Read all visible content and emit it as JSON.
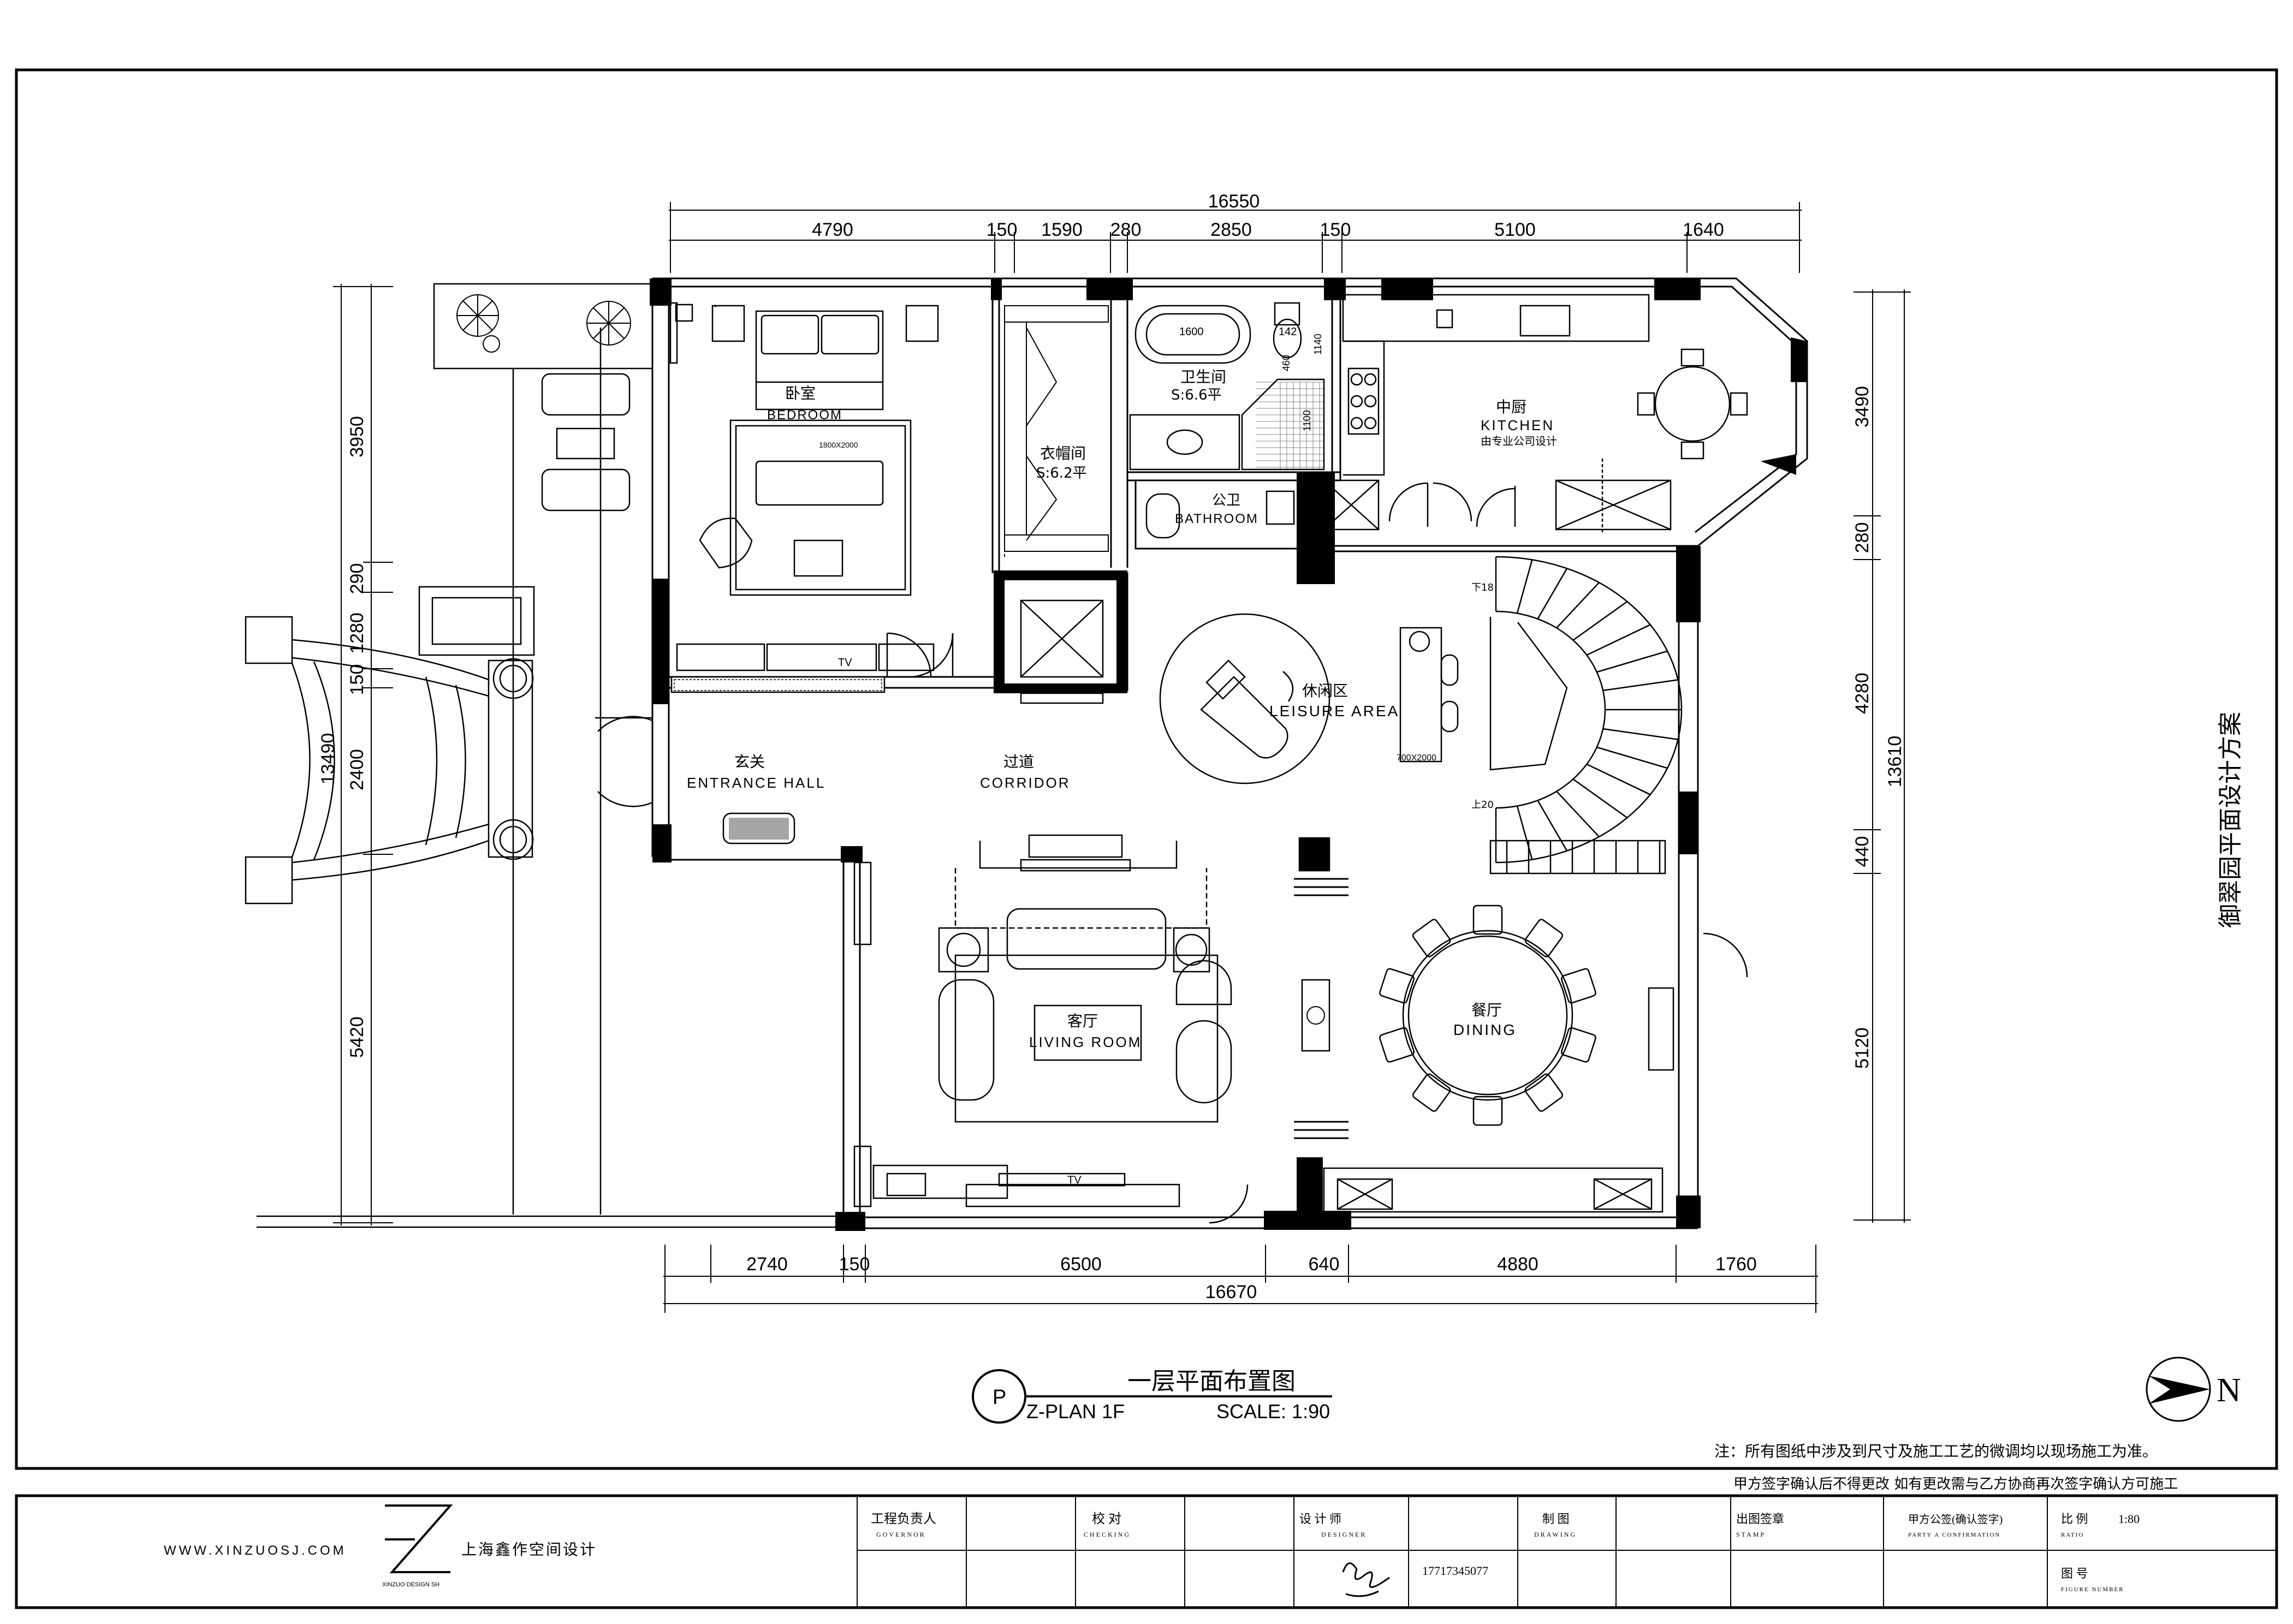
{
  "title_block": {
    "website": "WWW.XINZUOSJ.COM",
    "company": "上海鑫作空间设计",
    "logo_subtext": "XINZUO DESIGN SH",
    "cells": [
      {
        "label": "工程负责人",
        "sub": "GOVERNOR"
      },
      {
        "label": "校  对",
        "sub": "CHECKING"
      },
      {
        "label": "设 计 师",
        "sub": "DESIGNER"
      },
      {
        "label": "制  图",
        "sub": "DRAWING"
      },
      {
        "label": "出图签章",
        "sub": "STAMP"
      },
      {
        "label": "甲方公签(确认签字)",
        "sub": "PARTY A CONFIRMATION"
      }
    ],
    "phone": "17717345077",
    "ratio_label": "比 例",
    "ratio_sub": "RATIO",
    "ratio_value": "1:80",
    "figure_label": "图 号",
    "figure_sub": "FIGURE NUMBER"
  },
  "notes": {
    "note1": "注：所有图纸中涉及到尺寸及施工工艺的微调均以现场施工为准。",
    "note2": "甲方签字确认后不得更改  如有更改需与乙方协商再次签字确认方可施工",
    "side_title": "御翠园平面设计方案"
  },
  "plan_title": {
    "marker": "P",
    "cn": "一层平面布置图",
    "en": "Z-PLAN 1F",
    "scale": "SCALE: 1:90"
  },
  "compass": {
    "label": "N"
  },
  "dims": {
    "top_total": "16550",
    "top": [
      "4790",
      "150",
      "1590",
      "280",
      "2850",
      "150",
      "5100",
      "1640"
    ],
    "bottom_total": "16670",
    "bottom": [
      "2740",
      "150",
      "6500",
      "640",
      "4880",
      "1760"
    ],
    "left_total": "13490",
    "left": [
      "3950",
      "290",
      "1280",
      "150",
      "2400",
      "5420"
    ],
    "right_total": "13610",
    "right": [
      "3490",
      "280",
      "4280",
      "440",
      "5120"
    ]
  },
  "rooms": {
    "bedroom_cn": "卧室",
    "bedroom_en": "BEDROOM",
    "bed_size": "1800X2000",
    "closet_cn": "衣帽间",
    "closet_area": "S:6.2平",
    "bath_cn": "卫生间",
    "bath_area": "S:6.6平",
    "tub": "1600",
    "bath_d1": "142",
    "bath_d2": "1140",
    "bath_d3": "460",
    "bath_d4": "1100",
    "public_bath_cn": "公卫",
    "public_bath_en": "BATHROOM",
    "kitchen_cn": "中厨",
    "kitchen_en": "KITCHEN",
    "kitchen_note": "由专业公司设计",
    "leisure_cn": "休闲区",
    "leisure_en": "LEISURE AREA",
    "table_size": "700X2000",
    "stair_down": "下18",
    "stair_up": "上20",
    "hall_cn": "玄关",
    "hall_en": "ENTRANCE HALL",
    "corridor_cn": "过道",
    "corridor_en": "CORRIDOR",
    "living_cn": "客厅",
    "living_en": "LIVING ROOM",
    "dining_cn": "餐厅",
    "dining_en": "DINING",
    "tv": "TV"
  }
}
